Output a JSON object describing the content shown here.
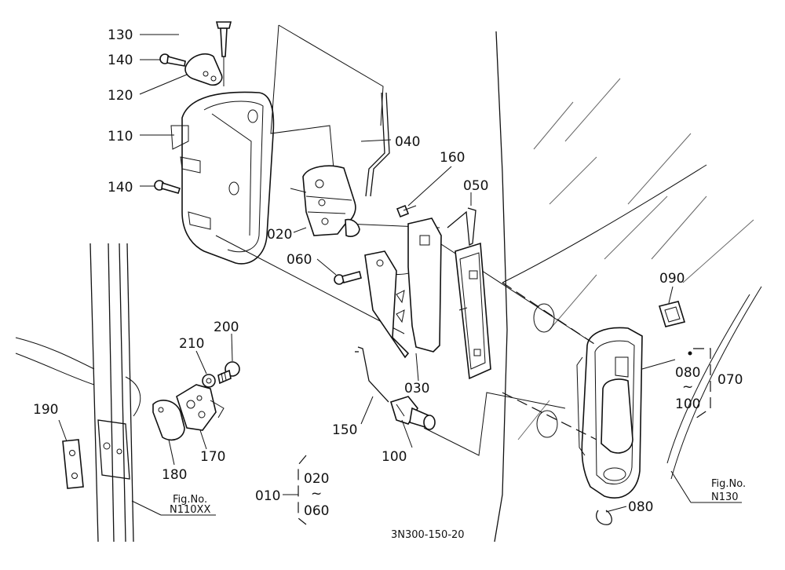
{
  "diagram": {
    "drawing_code": "3N300-150-20",
    "callouts": {
      "p130": "130",
      "p140a": "140",
      "p120": "120",
      "p110": "110",
      "p140b": "140",
      "p040": "040",
      "p160": "160",
      "p050": "050",
      "p020": "020",
      "p060": "060",
      "p090": "090",
      "p080a": "080",
      "p100a": "100",
      "p070": "070",
      "p030": "030",
      "p200": "200",
      "p210": "210",
      "p190": "190",
      "p150": "150",
      "p170": "170",
      "p180": "180",
      "p100b": "100",
      "p080b": "080",
      "p010": "010",
      "p020b": "020",
      "p060b": "060"
    },
    "tilde": "~",
    "refs": {
      "n130_title": "Fig.No.",
      "n130_code": "N130",
      "n110_title": "Fig.No.",
      "n110_code": "N110XX"
    }
  }
}
